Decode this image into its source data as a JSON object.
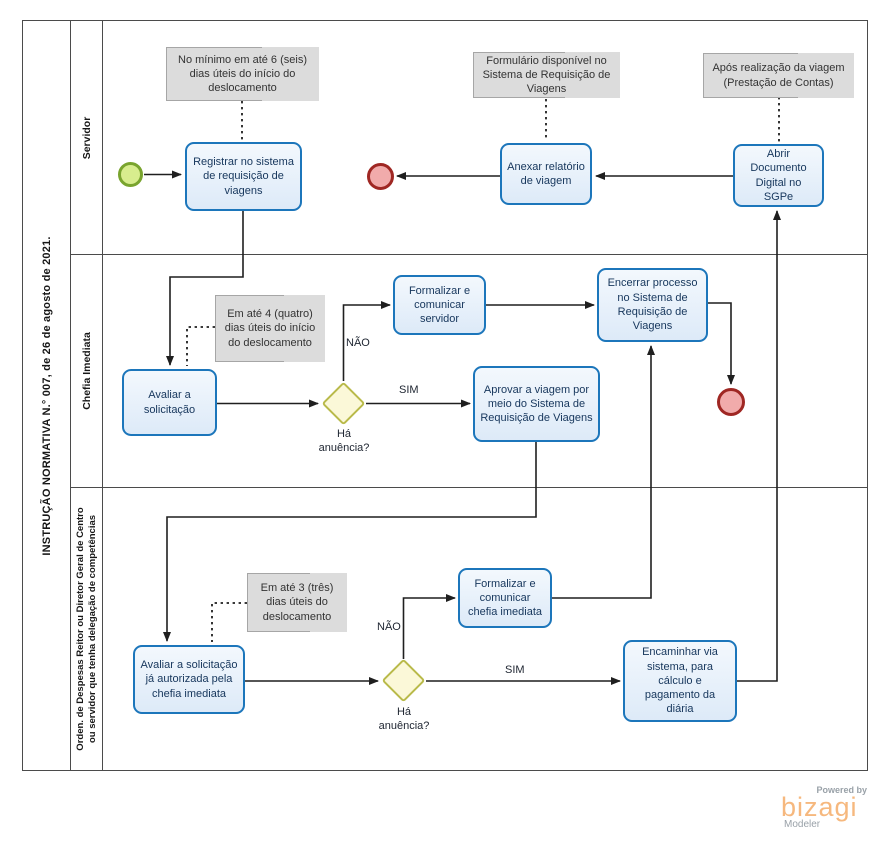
{
  "pool": {
    "title": "INSTRUÇÃO NORMATIVA N.° 007, de 26 de agosto de 2021.",
    "lanes": [
      {
        "label": "Servidor"
      },
      {
        "label": "Chefia Imediata"
      },
      {
        "label_line1": "Orden. de Despesas Reitor ou Diretor Geral de Centro",
        "label_line2": "ou servidor que tenha delegação de competências"
      }
    ]
  },
  "tasks": [
    {
      "label": "Registrar no sistema de requisição de viagens"
    },
    {
      "label": "Anexar relatório de viagem"
    },
    {
      "label": "Abrir Documento Digital no SGPe"
    },
    {
      "label": "Avaliar a solicitação"
    },
    {
      "label": "Formalizar e comunicar servidor"
    },
    {
      "label": "Aprovar a viagem por meio do Sistema de Requisição de Viagens"
    },
    {
      "label": "Encerrar processo no Sistema de Requisição de Viagens"
    },
    {
      "label": "Avaliar a solicitação já autorizada pela chefia imediata"
    },
    {
      "label": "Formalizar e comunicar chefia imediata"
    },
    {
      "label": "Encaminhar via sistema, para cálculo e pagamento da diária"
    }
  ],
  "annotations": [
    {
      "text": "No mínimo em até 6 (seis) dias úteis do início do deslocamento"
    },
    {
      "text": "Formulário disponível no Sistema de Requisição de Viagens"
    },
    {
      "text": "Após realização da viagem (Prestação de Contas)"
    },
    {
      "text": "Em até 4 (quatro) dias úteis do início do deslocamento"
    },
    {
      "text": "Em até 3 (três) dias úteis do deslocamento"
    }
  ],
  "gateways": [
    {
      "label": "Há anuência?"
    },
    {
      "label": "Há anuência?"
    }
  ],
  "flow_labels": {
    "no_upper": "NÃO",
    "yes_upper": "SIM",
    "no_lower": "NÃO",
    "yes_lower": "SIM"
  },
  "branding": {
    "powered_by": "Powered by",
    "logo_text": "bizagi",
    "logo_subtitle": "Modeler"
  },
  "colors": {
    "task_border": "#1c76bb",
    "task_fill_top": "#f3f8fd",
    "task_fill_bottom": "#ddeaf8",
    "task_text": "#16365c",
    "start_fill": "#d8ed8e",
    "start_border": "#79a42e",
    "end_fill": "#f1abab",
    "end_border": "#9f2723",
    "gateway_fill": "#fbf8d8",
    "gateway_border": "#b9ba4a",
    "annotation_fill": "#dcdcdc",
    "annotation_border": "#a6a6a6",
    "logo_orange": "#f6b87e",
    "logo_gray": "#99a1a8"
  }
}
